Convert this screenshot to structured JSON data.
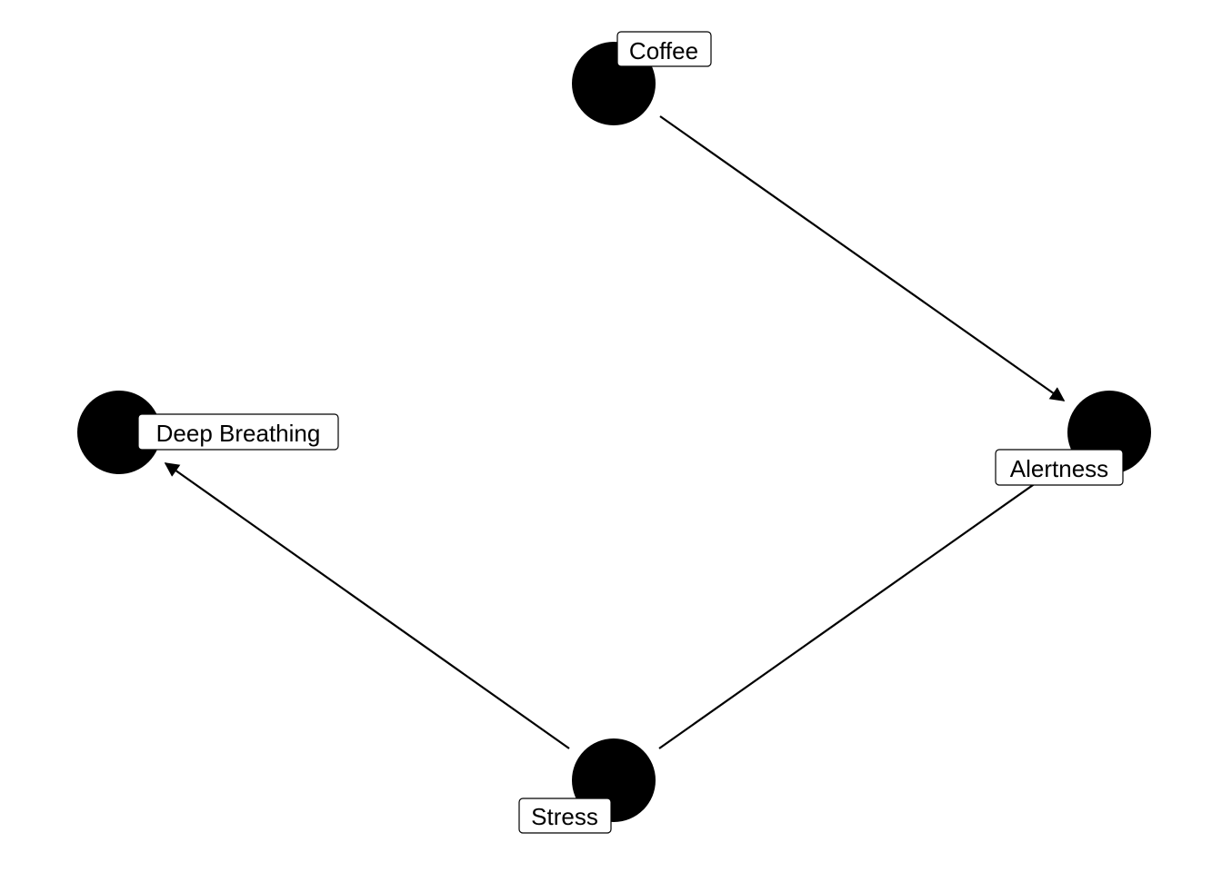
{
  "diagram": {
    "nodes": [
      {
        "id": "coffee",
        "label": "Coffee"
      },
      {
        "id": "alertness",
        "label": "Alertness"
      },
      {
        "id": "stress",
        "label": "Stress"
      },
      {
        "id": "deep_breathing",
        "label": "Deep Breathing"
      }
    ],
    "edges": [
      {
        "from": "coffee",
        "to": "alertness",
        "arrow": true
      },
      {
        "from": "stress",
        "to": "alertness",
        "arrow": false
      },
      {
        "from": "stress",
        "to": "deep_breathing",
        "arrow": true
      }
    ],
    "colors": {
      "node_fill": "#000000",
      "edge": "#000000",
      "label_background": "#ffffff",
      "label_border": "#000000",
      "label_text": "#000000"
    }
  }
}
